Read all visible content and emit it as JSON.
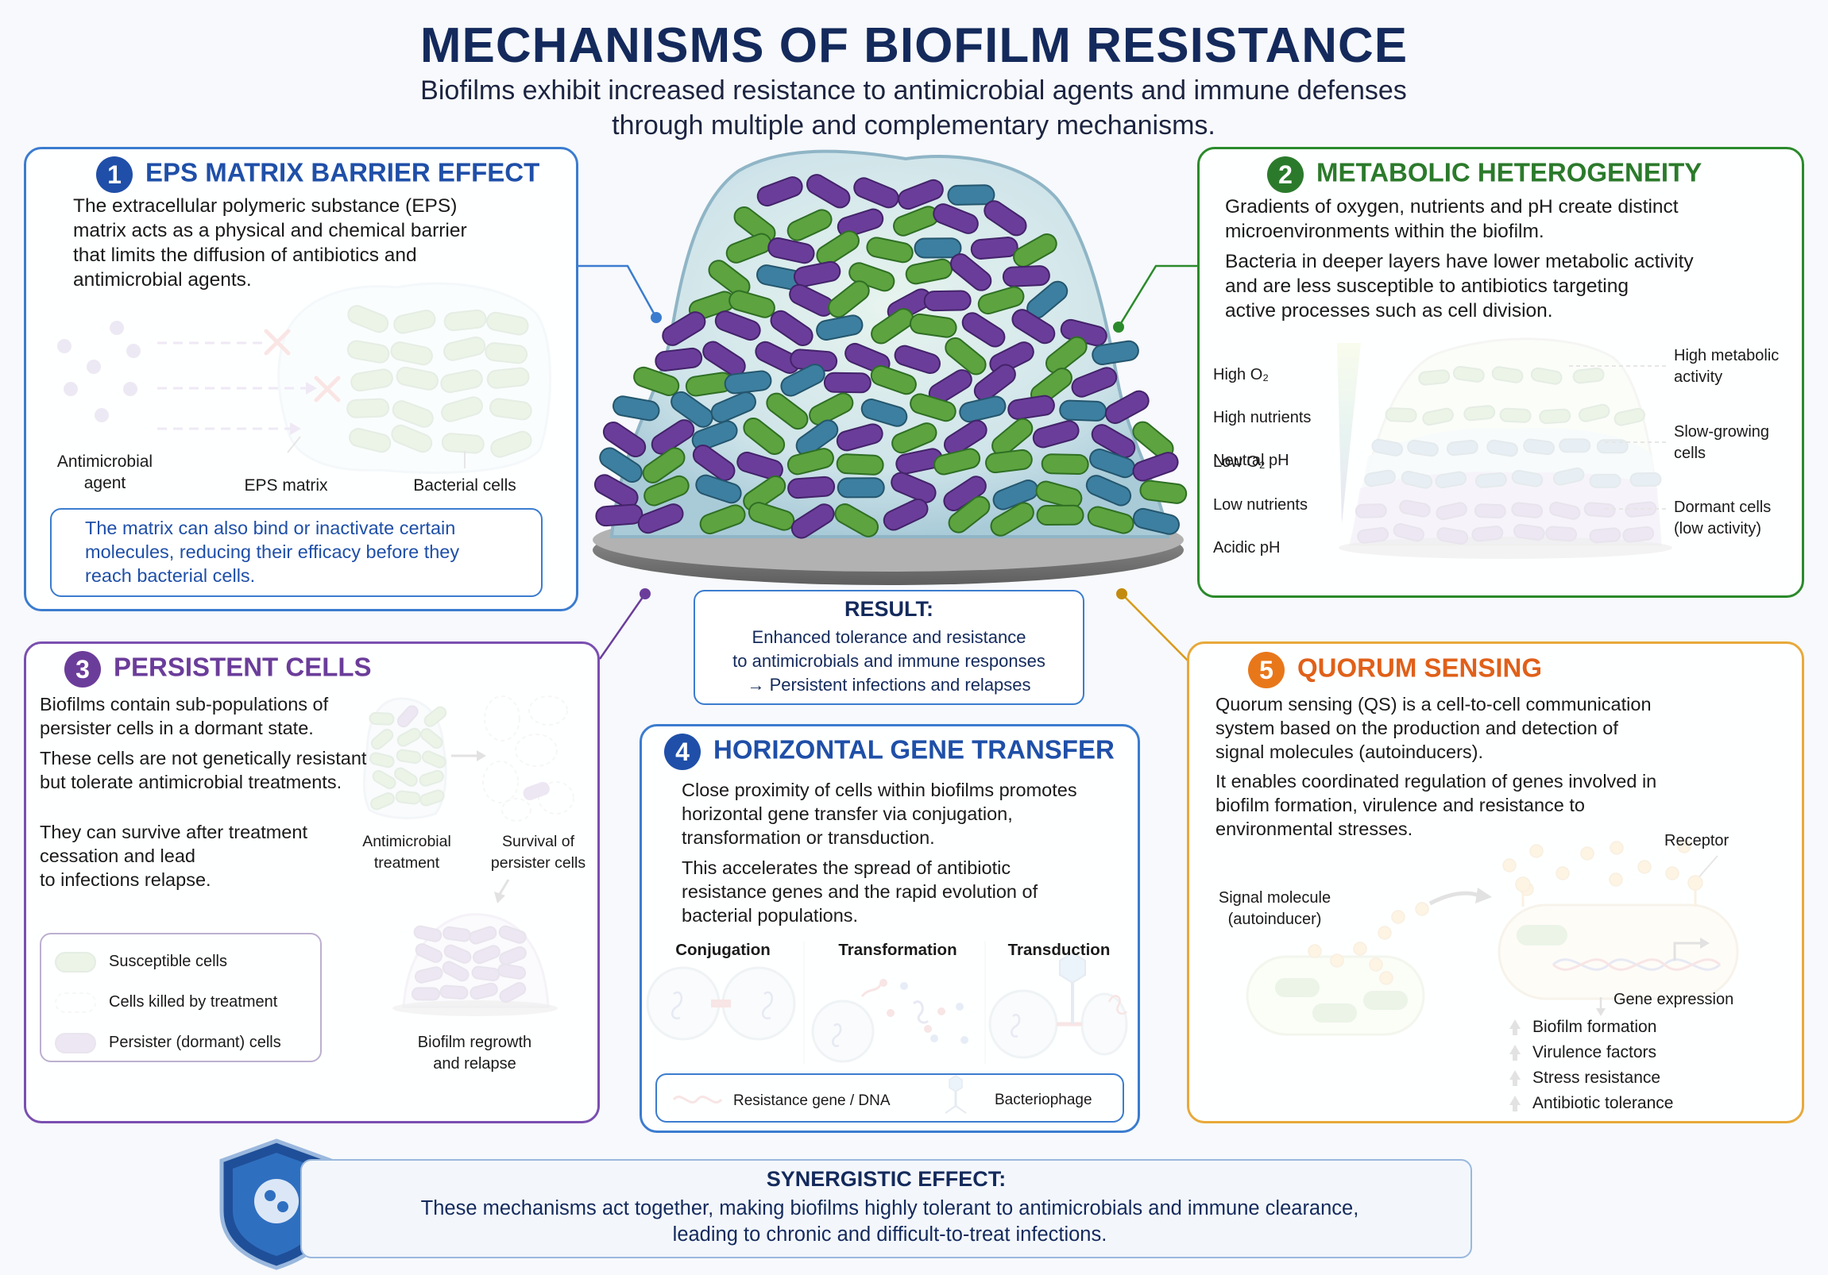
{
  "header": {
    "title": "MECHANISMS OF BIOFILM RESISTANCE",
    "subtitle_l1": "Biofilms exhibit increased resistance to antimicrobial agents and immune defenses",
    "subtitle_l2": "through multiple and complementary mechanisms."
  },
  "colors": {
    "blue": "#1f4fa8",
    "green": "#2b7a2b",
    "purple": "#6b3d9a",
    "orange": "#e8771a",
    "navy": "#142a5c"
  },
  "panel1": {
    "number": "1",
    "title": "EPS MATRIX BARRIER EFFECT",
    "text": "The extracellular polymeric substance (EPS)\nmatrix acts as a physical and chemical barrier\nthat limits the diffusion of antibiotics and\nantimicrobial agents.",
    "label_agent": "Antimicrobial\nagent",
    "label_eps": "EPS matrix",
    "label_cells": "Bacterial cells",
    "note": "The matrix can also bind or inactivate certain\nmolecules, reducing their efficacy before they\nreach bacterial cells."
  },
  "panel2": {
    "number": "2",
    "title": "METABOLIC HETEROGENEITY",
    "text1": "Gradients of oxygen, nutrients and pH create distinct\nmicroenvironments within the biofilm.",
    "text2": "Bacteria in deeper layers have lower metabolic activity\nand are less susceptible to antibiotics targeting\nactive processes such as cell division.",
    "high_o2": "High O₂",
    "high_nutrients": "High nutrients",
    "neutral_ph": "Neutral pH",
    "low_o2": "Low O₂",
    "low_nutrients": "Low nutrients",
    "acidic_ph": "Acidic pH",
    "label_high": "High metabolic\nactivity",
    "label_slow": "Slow-growing\ncells",
    "label_dormant": "Dormant cells\n(low activity)"
  },
  "result": {
    "title": "RESULT:",
    "text": "Enhanced tolerance and resistance\nto antimicrobials and immune responses\n→ Persistent infections and relapses"
  },
  "panel3": {
    "number": "3",
    "title": "PERSISTENT CELLS",
    "text1": "Biofilms contain sub-populations of\npersister cells in a dormant state.",
    "text2": "These cells are not genetically resistant\nbut tolerate antimicrobial treatments.",
    "text3": "They can survive after treatment\ncessation and lead\nto infections relapse.",
    "label_treatment": "Antimicrobial\ntreatment",
    "label_survival": "Survival of\npersister cells",
    "label_regrowth": "Biofilm regrowth\nand relapse",
    "legend": [
      "Susceptible cells",
      "Cells killed by treatment",
      "Persister (dormant) cells"
    ]
  },
  "panel4": {
    "number": "4",
    "title": "HORIZONTAL GENE TRANSFER",
    "text1": "Close proximity of cells within biofilms promotes\nhorizontal gene transfer via conjugation,\ntransformation or transduction.",
    "text2": "This accelerates the spread of antibiotic\nresistance genes and the rapid evolution of\nbacterial populations.",
    "col1": "Conjugation",
    "col2": "Transformation",
    "col3": "Transduction",
    "legend_gene": "Resistance gene / DNA",
    "legend_phage": "Bacteriophage"
  },
  "panel5": {
    "number": "5",
    "title": "QUORUM SENSING",
    "text1": "Quorum sensing (QS) is a cell-to-cell communication\nsystem based on the production and detection of\nsignal molecules (autoinducers).",
    "text2": "It enables coordinated regulation of genes involved in\nbiofilm formation, virulence and resistance to\nenvironmental stresses.",
    "label_signal": "Signal molecule\n(autoinducer)",
    "label_receptor": "Receptor",
    "label_gene_expr": "Gene expression",
    "effects": [
      "Biofilm formation",
      "Virulence factors",
      "Stress resistance",
      "Antibiotic tolerance"
    ]
  },
  "synergy": {
    "title": "SYNERGISTIC EFFECT:",
    "text": "These mechanisms act together, making biofilms highly tolerant to antimicrobials and immune clearance,\nleading to chronic and difficult-to-treat infections."
  }
}
